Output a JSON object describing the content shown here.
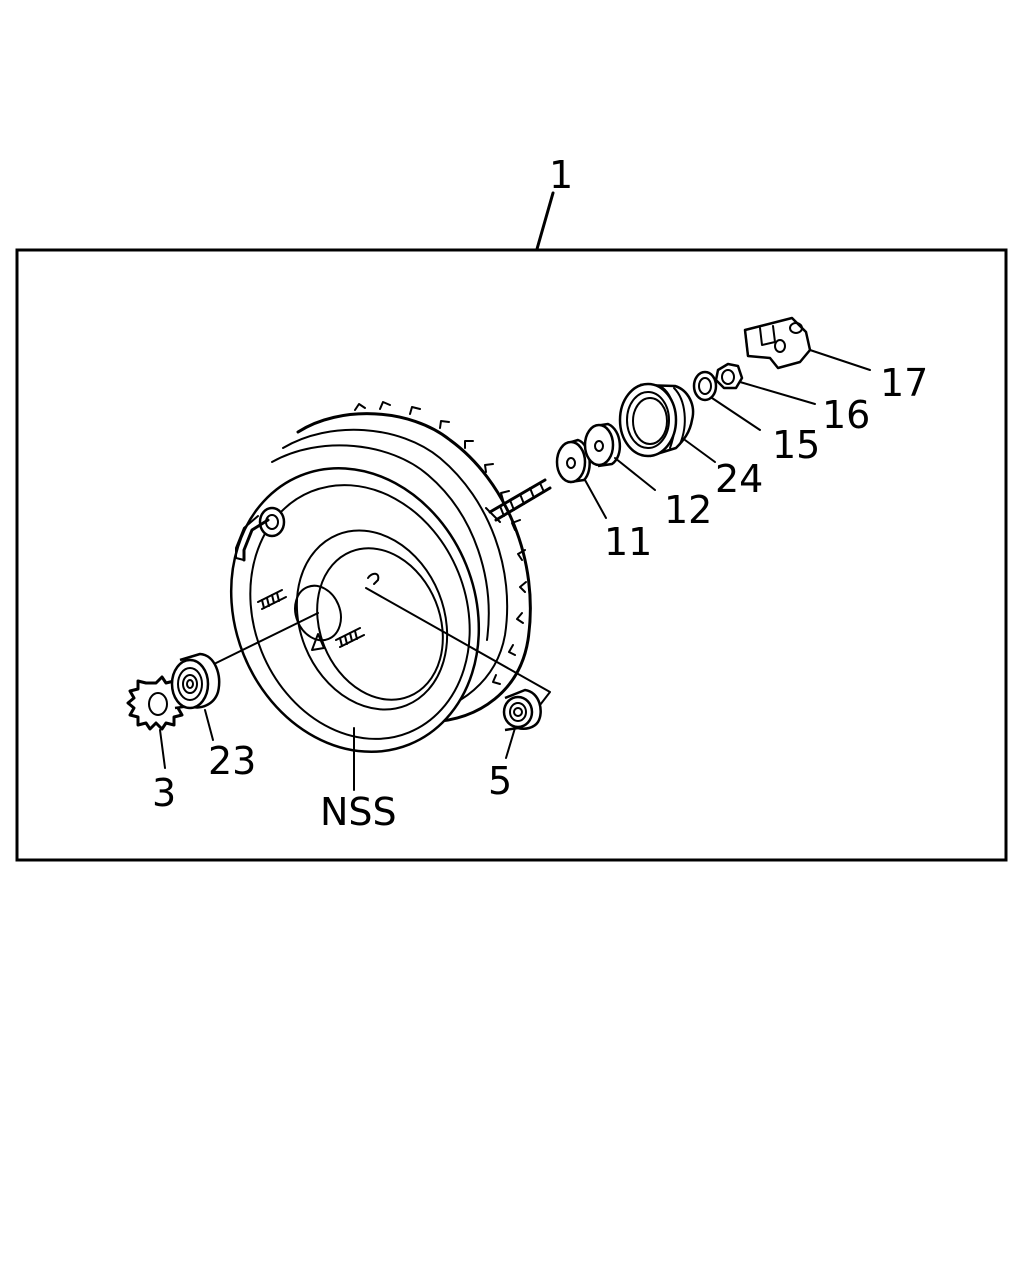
{
  "diagram": {
    "labels": {
      "assembly": "1",
      "lock_washer": "3",
      "grommet_small": "5",
      "seal_11": "11",
      "seal_12": "12",
      "washer_15": "15",
      "nut_16": "16",
      "clevis_17": "17",
      "grommet_23": "23",
      "boot_24": "24",
      "booster_body": "NSS"
    },
    "colors": {
      "line": "#000000",
      "background": "#ffffff"
    }
  }
}
